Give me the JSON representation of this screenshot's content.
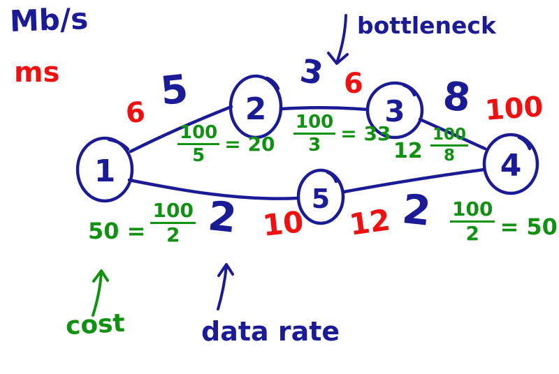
{
  "colors": {
    "ink_blue": "#1b1b96",
    "ink_red": "#ee1111",
    "ink_green": "#119111"
  },
  "legend": {
    "rate_units": "Mb/s",
    "delay_units": "ms"
  },
  "captions": {
    "bottleneck": "bottleneck",
    "cost": "cost",
    "data_rate": "data rate"
  },
  "nodes": {
    "n1": "1",
    "n2": "2",
    "n3": "3",
    "n4": "4",
    "n5": "5"
  },
  "edges": {
    "e12": {
      "rate": "5",
      "delay": "6",
      "cost_num": "100",
      "cost_den": "5",
      "cost_result": "= 20"
    },
    "e23": {
      "rate": "3",
      "delay": "6",
      "cost_num": "100",
      "cost_den": "3",
      "cost_result": "= 33"
    },
    "e34": {
      "rate": "8",
      "delay": "100",
      "cost_result": "12",
      "cost_num": "100",
      "cost_den": "8"
    },
    "e15": {
      "rate": "2",
      "delay": "10",
      "cost_result": "50 =",
      "cost_num": "100",
      "cost_den": "2"
    },
    "e54": {
      "rate": "2",
      "delay": "12",
      "cost_num": "100",
      "cost_den": "2",
      "cost_result": "= 50"
    }
  }
}
